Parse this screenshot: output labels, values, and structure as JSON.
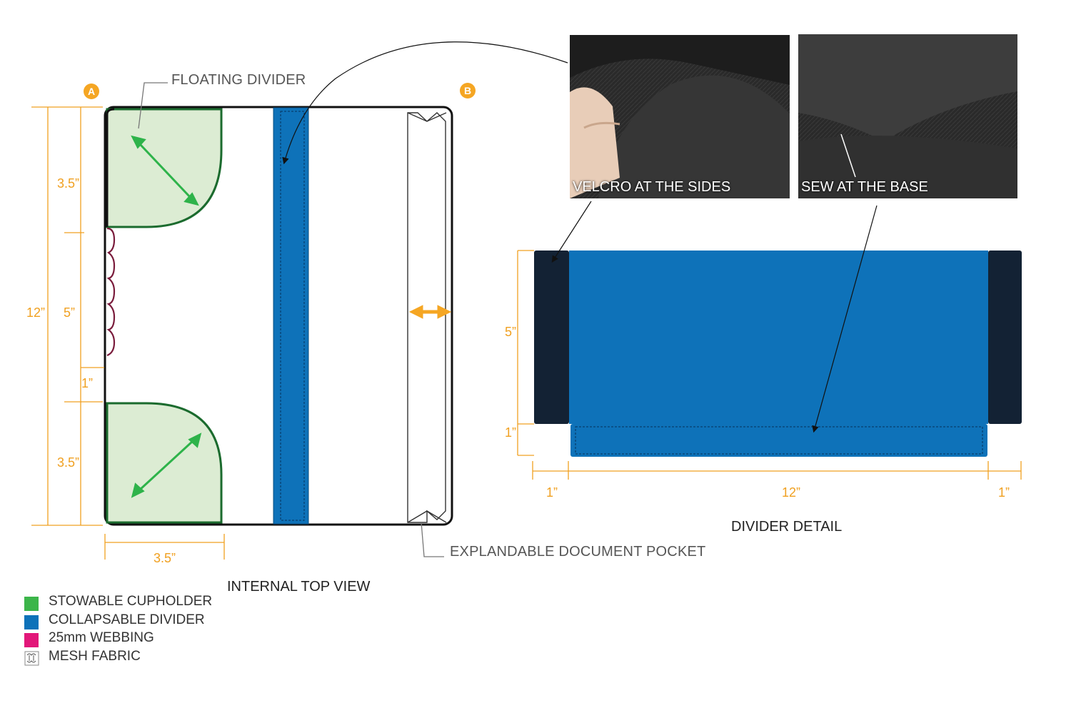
{
  "labels": {
    "floating_divider": "FLOATING DIVIDER",
    "velcro": "VELCRO AT THE SIDES",
    "sew": "SEW AT THE BASE",
    "document_pocket": "EXPLANDABLE DOCUMENT POCKET",
    "internal_top_view": "INTERNAL TOP VIEW",
    "divider_detail": "DIVIDER DETAIL"
  },
  "markers": {
    "a": "A",
    "b": "B"
  },
  "dims_top_view": {
    "overall": "12”",
    "cup_top": "3.5”",
    "middle": "5”",
    "gap": "1”",
    "cup_bottom": "3.5”",
    "width": "3.5”"
  },
  "dims_divider": {
    "height": "5”",
    "base": "1”",
    "left": "1”",
    "center": "12”",
    "right": "1”"
  },
  "legend": [
    {
      "label": "STOWABLE CUPHOLDER",
      "color": "#3cb54a",
      "icon": "green-swatch"
    },
    {
      "label": "COLLAPSABLE DIVIDER",
      "color": "#0e72b9",
      "icon": "blue-swatch"
    },
    {
      "label": "25mm WEBBING",
      "color": "#e2177a",
      "icon": "pink-swatch"
    },
    {
      "label": "MESH FABRIC",
      "color": "#ffffff",
      "icon": "mesh-swatch"
    }
  ],
  "colors": {
    "cupholder_fill": "#dcecd3",
    "cupholder_outline": "#1b6b2e",
    "arrow_green": "#2eb34a",
    "divider_blue": "#0e72b9",
    "velcro_navy": "#132234",
    "webbing": "#7a1c3c",
    "dimension_orange": "#f0a020"
  }
}
